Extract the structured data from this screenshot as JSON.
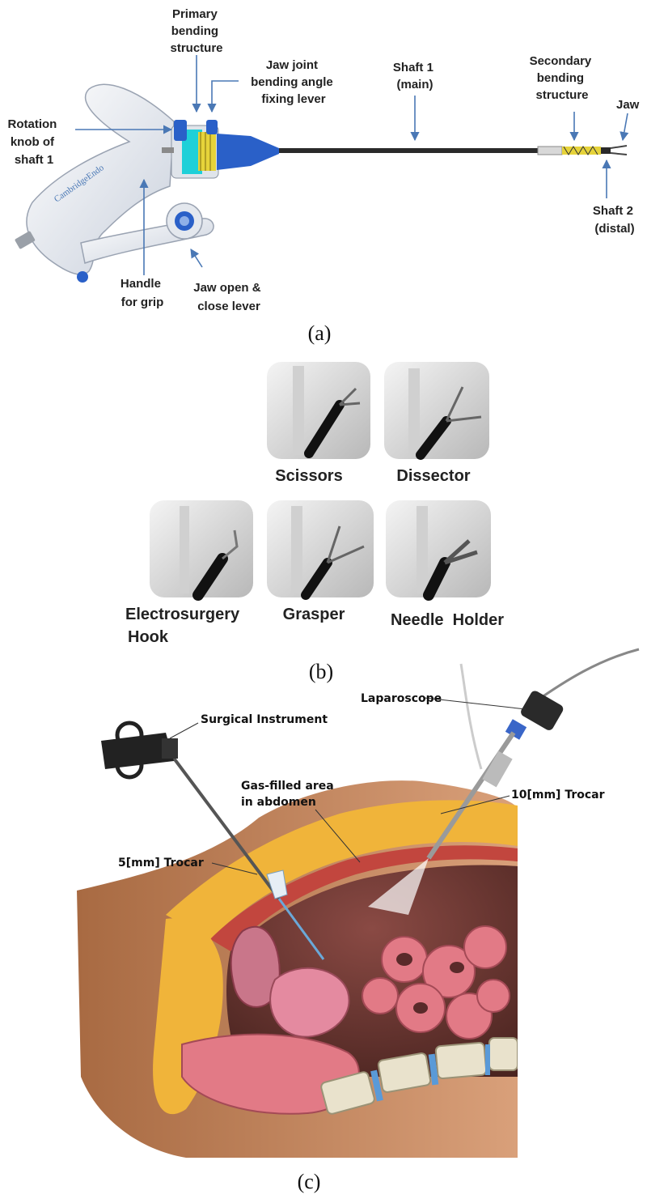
{
  "panel_a": {
    "labels": {
      "primary_bending": [
        "Primary",
        "bending",
        "structure"
      ],
      "jaw_joint_lever": [
        "Jaw joint",
        "bending angle",
        "fixing lever"
      ],
      "shaft1": [
        "Shaft 1",
        "(main)"
      ],
      "secondary_bending": [
        "Secondary",
        "bending",
        "structure"
      ],
      "jaw": "Jaw",
      "rotation_knob": [
        "Rotation",
        "knob of",
        "shaft 1"
      ],
      "shaft2": [
        "Shaft 2",
        "(distal)"
      ],
      "handle": [
        "Handle",
        "for grip"
      ],
      "jaw_lever": [
        "Jaw open &",
        "close lever"
      ],
      "brand": "CambridgeEndo"
    },
    "caption": "(a)"
  },
  "panel_b": {
    "tools": [
      "Scissors",
      "Dissector",
      "Electrosurgery",
      "Hook",
      "Grasper",
      "Needle  Holder"
    ],
    "caption": "(b)"
  },
  "panel_c": {
    "labels": {
      "laparoscope": "Laparoscope",
      "surgical_instrument": "Surgical Instrument",
      "gas_area": [
        "Gas-filled area",
        "in abdomen"
      ],
      "trocar10": "10[mm] Trocar",
      "trocar5": "5[mm] Trocar"
    },
    "caption": "(c)"
  },
  "colors": {
    "arrow": "#4a78b5",
    "handle_white": "#eef1f6",
    "accent_blue": "#2a60c8",
    "cyan": "#1fd0d8",
    "coil_yellow": "#e6d33a",
    "skin": "#c98a5f",
    "fat": "#f0b43a",
    "muscle": "#c2463e",
    "organ_pink": "#e27a86"
  }
}
